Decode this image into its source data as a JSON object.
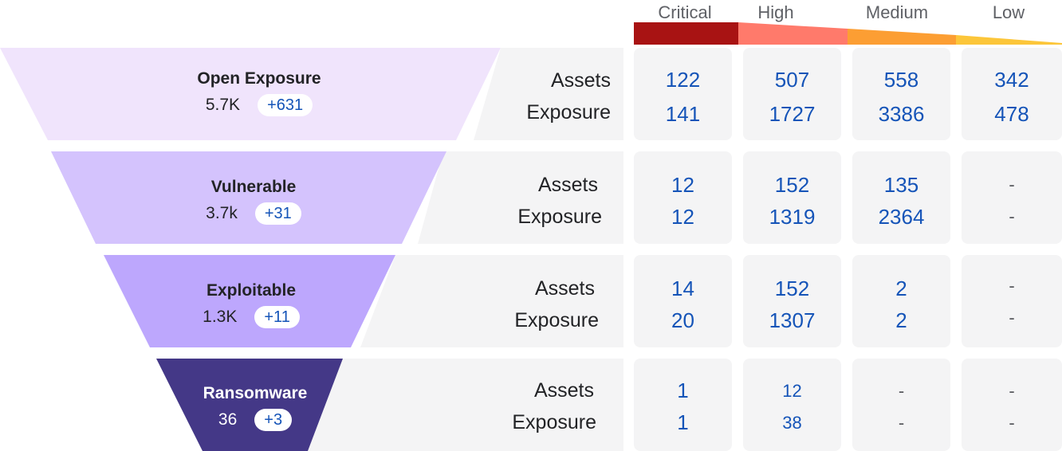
{
  "severity_headers": [
    "Critical",
    "High",
    "Medium",
    "Low"
  ],
  "colors": {
    "critical": "#a81313",
    "high": "#ff7a6b",
    "medium": "#fc9e33",
    "low": "#fcc63a",
    "stage_fills": [
      "#f0e4fc",
      "#d4c3fd",
      "#bda7fd",
      "#443887"
    ],
    "value_blue": "#1554b8"
  },
  "metric_labels": [
    "Assets",
    "Exposure"
  ],
  "stages": [
    {
      "name": "Open Exposure",
      "total": "5.7K",
      "delta": "+631",
      "rows": [
        [
          "122",
          "507",
          "558",
          "342"
        ],
        [
          "141",
          "1727",
          "3386",
          "478"
        ]
      ]
    },
    {
      "name": "Vulnerable",
      "total": "3.7k",
      "delta": "+31",
      "rows": [
        [
          "12",
          "152",
          "135",
          "-"
        ],
        [
          "12",
          "1319",
          "2364",
          "-"
        ]
      ]
    },
    {
      "name": "Exploitable",
      "total": "1.3K",
      "delta": "+11",
      "rows": [
        [
          "14",
          "152",
          "2",
          "-"
        ],
        [
          "20",
          "1307",
          "2",
          "-"
        ]
      ]
    },
    {
      "name": "Ransomware",
      "total": "36",
      "delta": "+3",
      "rows": [
        [
          "1",
          "12",
          "-",
          "-"
        ],
        [
          "1",
          "38",
          "-",
          "-"
        ]
      ]
    }
  ]
}
